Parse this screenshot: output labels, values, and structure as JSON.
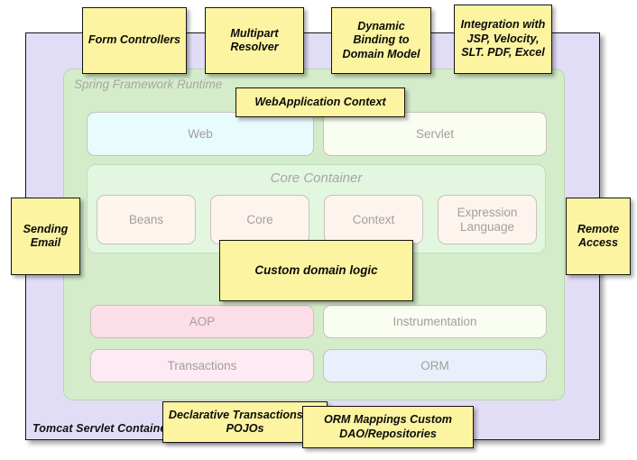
{
  "diagram": {
    "outer_container": {
      "label": "Tomcat Servlet Container",
      "color": "#e2ddf7"
    },
    "runtime": {
      "label": "Spring Framework Runtime",
      "color": "#d4ecca"
    },
    "core_container": {
      "label": "Core Container",
      "color": "#e2f6e0"
    },
    "modules": {
      "web": "Web",
      "servlet": "Servlet",
      "beans": "Beans",
      "core": "Core",
      "context": "Context",
      "expression_language": "Expression Language",
      "aop": "AOP",
      "instrumentation": "Instrumentation",
      "transactions": "Transactions",
      "orm": "ORM"
    },
    "callouts": {
      "form_controllers": "Form Controllers",
      "multipart_resolver": "Multipart Resolver",
      "dynamic_binding": "Dynamic Binding to Domain Model",
      "integration": "Integration with JSP, Velocity, SLT. PDF, Excel",
      "webapplication_context": "WebApplication Context",
      "sending_email": "Sending Email",
      "remote_access": "Remote Access",
      "custom_domain_logic": "Custom domain logic",
      "declarative_transactions": "Declarative Transactions for POJOs",
      "orm_mappings": "ORM Mappings Custom DAO/Repositories"
    },
    "colors": {
      "callout_fill": "#fcf4a0",
      "callout_border": "#141414",
      "outer_fill": "#e2ddf7",
      "runtime_fill": "#d4ecca",
      "core_panel_fill": "#e2f6e0",
      "web_fill": "#e8fbfd",
      "servlet_fill": "#fafdf2",
      "beans_fill": "#fdf4ee",
      "aop_fill": "#fcdee9",
      "transactions_fill": "#fdeaf3",
      "orm_fill": "#e9f0fb",
      "instrumentation_fill": "#fafdf2",
      "module_text": "#a39e9e"
    }
  }
}
